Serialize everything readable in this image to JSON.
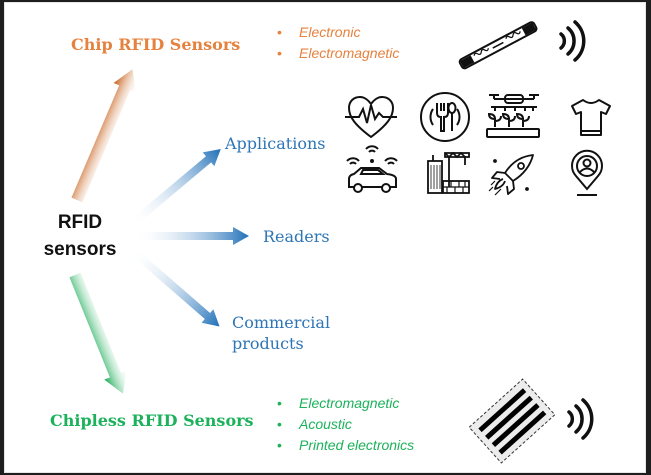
{
  "colors": {
    "chip": "#e5823f",
    "chip_dark": "#c55a11",
    "branch": "#1f6fb8",
    "branch_text": "#2e75b6",
    "chipless": "#1cb25b",
    "chipless_dark": "#12a850"
  },
  "center": {
    "line1": "RFID",
    "line2": "sensors"
  },
  "chip": {
    "title": "Chip RFID Sensors",
    "bullet": "•",
    "bullets": [
      "Electronic",
      "Electromagnetic"
    ],
    "icons": [
      "rfid-inlay-tag-icon",
      "wireless-signal-icon"
    ]
  },
  "chipless": {
    "title": "Chipless RFID Sensors",
    "bullet": "•",
    "bullets": [
      "Electromagnetic",
      "Acoustic",
      "Printed electronics"
    ],
    "icons": [
      "chipless-barcode-tag-icon",
      "wireless-signal-icon"
    ]
  },
  "branches": {
    "applications": "Applications",
    "readers": "Readers",
    "commercial_line1": "Commercial",
    "commercial_line2": "products"
  },
  "application_icons": [
    "heart-rate-icon",
    "food-plate-icon",
    "agriculture-drone-icon",
    "t-shirt-icon",
    "connected-car-icon",
    "construction-building-icon",
    "rocket-icon",
    "location-person-icon"
  ]
}
